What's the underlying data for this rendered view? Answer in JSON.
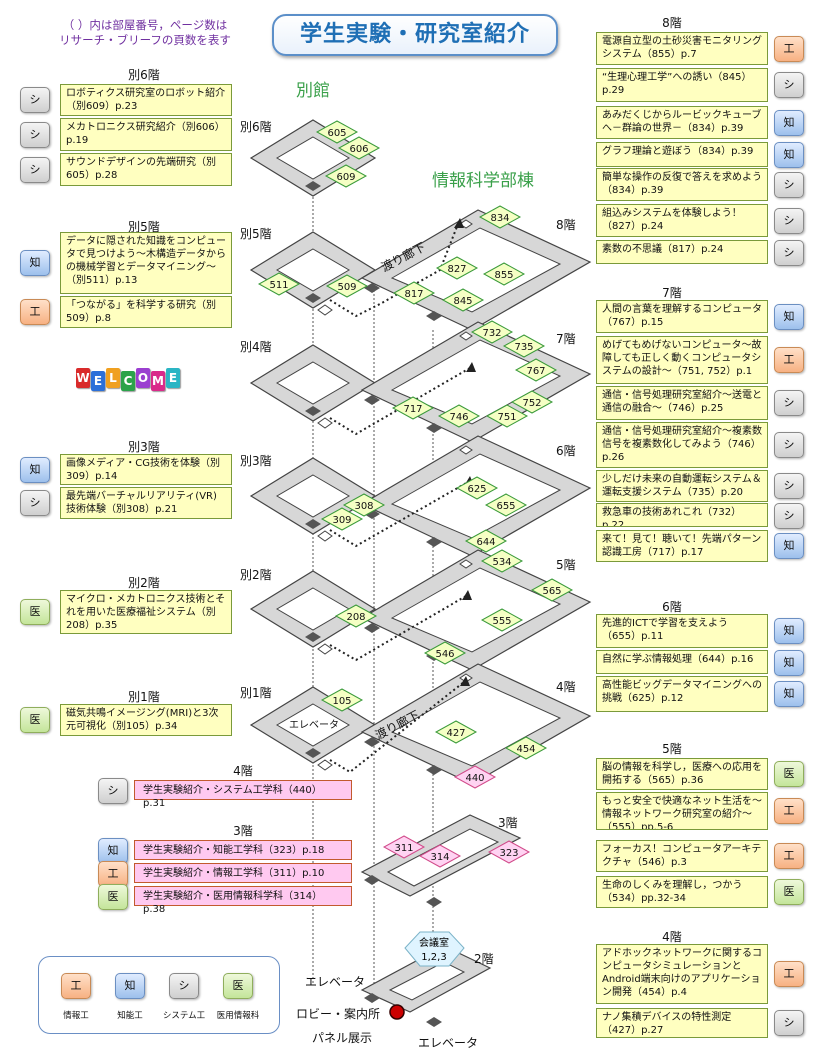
{
  "header": {
    "note": "（ ）内は部屋番号，ページ数は\nリサーチ・ブリーフの頁数を表す",
    "title": "学生実験・研究室紹介"
  },
  "buildings": {
    "annex": "別館",
    "main": "情報科学部棟"
  },
  "floor_labels": {
    "annex": [
      "別6階",
      "別5階",
      "別4階",
      "別3階",
      "別2階",
      "別1階"
    ],
    "main": [
      "8階",
      "7階",
      "6階",
      "5階",
      "4階",
      "3階",
      "2階"
    ]
  },
  "rooms": {
    "annex6": [
      "605",
      "606",
      "609"
    ],
    "annex5": [
      "511",
      "509"
    ],
    "annex3": [
      "308",
      "309"
    ],
    "annex2": [
      "208"
    ],
    "annex1": [
      "105"
    ],
    "main8": [
      "834",
      "827",
      "855",
      "817",
      "845"
    ],
    "main7": [
      "732",
      "735",
      "767",
      "717",
      "746",
      "751",
      "752"
    ],
    "main6": [
      "625",
      "655",
      "644"
    ],
    "main5": [
      "534",
      "565",
      "555",
      "546"
    ],
    "main4": [
      "427",
      "454",
      "440"
    ],
    "main3": [
      "311",
      "314",
      "323"
    ]
  },
  "map_labels": {
    "corridor": "渡り廊下",
    "elevator": "エレベータ",
    "lobby": "ロビー・案内所",
    "panel": "パネル展示",
    "meeting_room": "会議室",
    "meeting_room_numbers": "1,2,3"
  },
  "welcome": "WELCOME",
  "left_sections": [
    {
      "title": "別6階",
      "items": [
        {
          "badge": "シ",
          "text": "ロボティクス研究室のロボット紹介（別609）p.23"
        },
        {
          "badge": "シ",
          "text": "メカトロニクス研究紹介（別606）p.19"
        },
        {
          "badge": "シ",
          "text": "サウンドデザインの先端研究（別605）p.28"
        }
      ]
    },
    {
      "title": "別5階",
      "items": [
        {
          "badge": "知",
          "text": "データに隠された知識をコンピュータで見つけよう～木構造データからの機械学習とデータマイニング～（別511）p.13"
        },
        {
          "badge": "工",
          "text": "「つながる」を科学する研究（別509）p.8"
        }
      ]
    },
    {
      "title": "別3階",
      "items": [
        {
          "badge": "知",
          "text": "画像メディア・CG技術を体験（別309）p.14"
        },
        {
          "badge": "シ",
          "text": "最先端バーチャルリアリティ(VR)技術体験（別308）p.21"
        }
      ]
    },
    {
      "title": "別2階",
      "items": [
        {
          "badge": "医",
          "text": "マイクロ・メカトロニクス技術とそれを用いた医療福祉システム（別208）p.35"
        }
      ]
    },
    {
      "title": "別1階",
      "items": [
        {
          "badge": "医",
          "text": "磁気共鳴イメージング(MRI)と3次元可視化（別105）p.34"
        }
      ]
    }
  ],
  "pink_sections": [
    {
      "title": "4階",
      "items": [
        {
          "badge": "シ",
          "text": "学生実験紹介・システム工学科（440）p.31"
        }
      ]
    },
    {
      "title": "3階",
      "items": [
        {
          "badge": "知",
          "text": "学生実験紹介・知能工学科（323）p.18"
        },
        {
          "badge": "工",
          "text": "学生実験紹介・情報工学科（311）p.10"
        },
        {
          "badge": "医",
          "text": "学生実験紹介・医用情報科学科（314）p.38"
        }
      ]
    }
  ],
  "right_sections": [
    {
      "title": "8階",
      "items": [
        {
          "badge": "工",
          "text": "電源自立型の土砂災害モニタリングシステム（855）p.7"
        },
        {
          "badge": "シ",
          "text": "“生理心理工学”への誘い（845）p.29"
        },
        {
          "badge": "知",
          "text": "あみだくじからルービックキューブへ－群論の世界－（834）p.39"
        },
        {
          "badge": "知",
          "text": "グラフ理論と遊ぼう（834）p.39"
        },
        {
          "badge": "シ",
          "text": "簡単な操作の反復で答えを求めよう（834）p.39"
        },
        {
          "badge": "シ",
          "text": "組込みシステムを体験しよう！（827）p.24"
        },
        {
          "badge": "シ",
          "text": "素数の不思議（817）p.24"
        }
      ]
    },
    {
      "title": "7階",
      "items": [
        {
          "badge": "知",
          "text": "人間の言葉を理解するコンピュータ（767）p.15"
        },
        {
          "badge": "工",
          "text": "めげてもめげないコンピュータ～故障しても正しく動くコンピュータシステムの設計～（751, 752）p.1"
        },
        {
          "badge": "シ",
          "text": "通信・信号処理研究室紹介～送電と通信の融合～（746）p.25"
        },
        {
          "badge": "シ",
          "text": "通信・信号処理研究室紹介～複素数信号を複素数化してみよう（746）p.26"
        },
        {
          "badge": "シ",
          "text": "少しだけ未来の自動運転システム＆運転支援システム（735）p.20"
        },
        {
          "badge": "シ",
          "text": "救急車の技術あれこれ（732）p.22"
        },
        {
          "badge": "知",
          "text": "来て！見て！聴いて！先端パターン認識工房（717）p.17"
        }
      ]
    },
    {
      "title": "6階",
      "items": [
        {
          "badge": "知",
          "text": "先進的ICTで学習を支えよう（655）p.11"
        },
        {
          "badge": "知",
          "text": "自然に学ぶ情報処理（644）p.16"
        },
        {
          "badge": "知",
          "text": "高性能ビッグデータマイニングへの挑戦（625）p.12"
        }
      ]
    },
    {
      "title": "5階",
      "items": [
        {
          "badge": "医",
          "text": "脳の情報を科学し，医療への応用を開拓する（565）p.36"
        },
        {
          "badge": "工",
          "text": "もっと安全で快適なネット生活を～情報ネットワーク研究室の紹介～（555）pp.5-6"
        },
        {
          "badge": "工",
          "text": "フォーカス！コンピュータアーキテクチャ（546）p.3"
        },
        {
          "badge": "医",
          "text": "生命のしくみを理解し，つかう（534）pp.32-34"
        }
      ]
    },
    {
      "title": "4階",
      "items": [
        {
          "badge": "工",
          "text": "アドホックネットワークに関するコンピュータシミュレーションとAndroid端末向けのアプリケーション開発（454）p.4"
        },
        {
          "badge": "シ",
          "text": "ナノ集積デバイスの特性測定（427）p.27"
        }
      ]
    }
  ],
  "legend": [
    {
      "badge": "工",
      "label": "情報工"
    },
    {
      "badge": "知",
      "label": "知能工"
    },
    {
      "badge": "シ",
      "label": "システム工"
    },
    {
      "badge": "医",
      "label": "医用情報科"
    }
  ]
}
